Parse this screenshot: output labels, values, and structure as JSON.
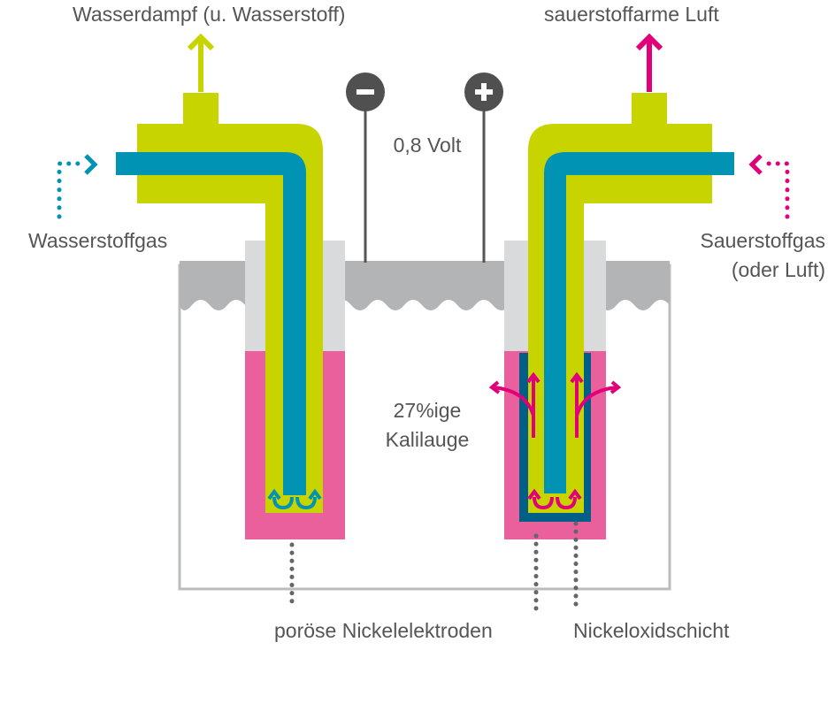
{
  "labels": {
    "top_left": "Wasserdampf (u. Wasserstoff)",
    "top_right": "sauerstoffarme Luft",
    "hydrogen_in": "Wasserstoffgas",
    "oxygen_in_line1": "Sauerstoffgas",
    "oxygen_in_line2": "(oder Luft)",
    "voltage": "0,8 Volt",
    "electrolyte_line1": "27%ige",
    "electrolyte_line2": "Kalilauge",
    "electrodes": "poröse Nickelelektroden",
    "oxide_layer": "Nickeloxidschicht",
    "terminal_negative": "−",
    "terminal_positive": "+"
  },
  "colors": {
    "lime": "#c8d400",
    "blue": "#0093b4",
    "dark_blue": "#005f87",
    "pink": "#e9609c",
    "magenta": "#e2007a",
    "lid_gray": "#b3b4b6",
    "sleeve_gray": "#d9dadc",
    "terminal": "#505050",
    "text": "#555555"
  }
}
